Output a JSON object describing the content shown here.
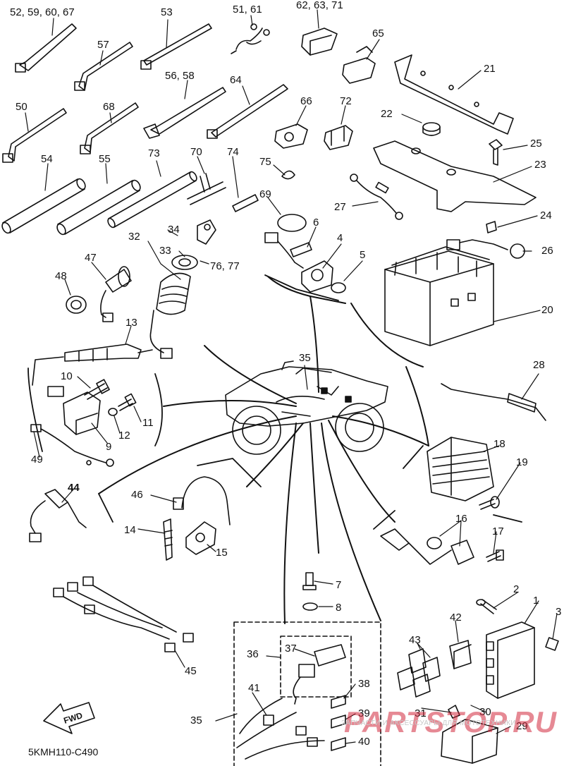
{
  "diagram": {
    "code": "5KMH110-C490",
    "fwd_label": "FWD",
    "watermark_top": "ЗАПЧАСТИ И АКСЕССУАРЫ ДЛЯ МОТОТЕХНИКИ",
    "watermark_logo": "PARTSTOP.RU",
    "callouts": {
      "c52": "52, 59, 60, 67",
      "c53": "53",
      "c5161": "51, 61",
      "c626371": "62, 63, 71",
      "c57": "57",
      "c65": "65",
      "c21": "21",
      "c5658": "56, 58",
      "c64": "64",
      "c50": "50",
      "c68": "68",
      "c66": "66",
      "c72": "72",
      "c22": "22",
      "c25": "25",
      "c54": "54",
      "c55": "55",
      "c73": "73",
      "c70": "70",
      "c74": "74",
      "c75": "75",
      "c23": "23",
      "c69": "69",
      "c27": "27",
      "c24": "24",
      "c34": "34",
      "c32": "32",
      "c33": "33",
      "c6": "6",
      "c4": "4",
      "c26": "26",
      "c7677": "76, 77",
      "c5": "5",
      "c47": "47",
      "c48": "48",
      "c20": "20",
      "c13": "13",
      "c35a": "35",
      "c28": "28",
      "c10": "10",
      "c11": "11",
      "c12": "12",
      "c9": "9",
      "c49": "49",
      "c18": "18",
      "c19": "19",
      "c44": "44",
      "c46": "46",
      "c16": "16",
      "c14": "14",
      "c15": "15",
      "c17": "17",
      "c7": "7",
      "c8": "8",
      "c2": "2",
      "c1": "1",
      "c3": "3",
      "c42": "42",
      "c36": "36",
      "c37": "37",
      "c43": "43",
      "c45": "45",
      "c41": "41",
      "c38": "38",
      "c39": "39",
      "c31": "31",
      "c30": "30",
      "c29": "29",
      "c35b": "35",
      "c40": "40"
    }
  }
}
